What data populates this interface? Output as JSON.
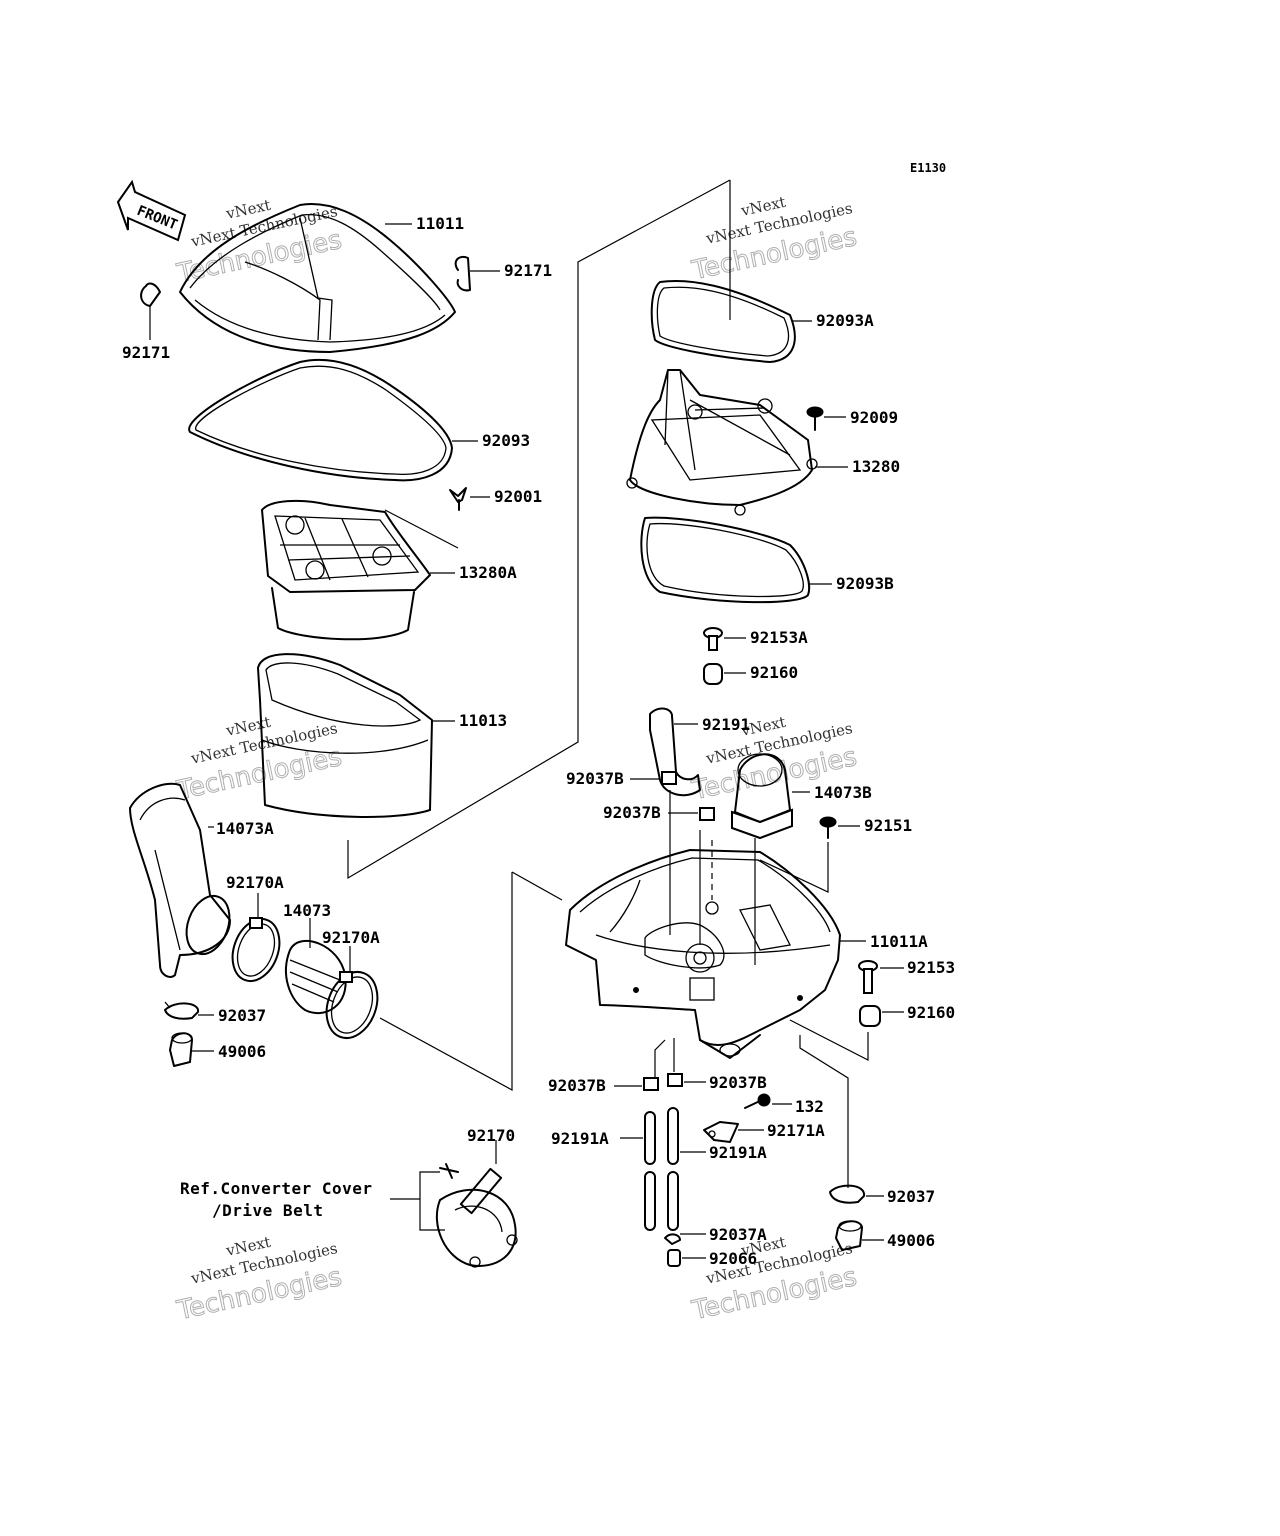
{
  "diagram_code": "E1130",
  "front_marker": "FRONT",
  "watermark": {
    "line1": "vNext",
    "line2": "vNext Technologies",
    "line3": "Technologies"
  },
  "reference_note": {
    "line1": "Ref.Converter Cover",
    "line2": "/Drive Belt"
  },
  "labels": {
    "p11011": "11011",
    "p92171_right": "92171",
    "p92171_left": "92171",
    "p92093": "92093",
    "p92001": "92001",
    "p13280A": "13280A",
    "p11013": "11013",
    "p14073A": "14073A",
    "p92170A_left": "92170A",
    "p14073": "14073",
    "p92170A_right": "92170A",
    "p92037_left": "92037",
    "p49006_left": "49006",
    "p92170": "92170",
    "p92093A": "92093A",
    "p92009": "92009",
    "p13280": "13280",
    "p92093B": "92093B",
    "p92153A": "92153A",
    "p92160_top": "92160",
    "p92191": "92191",
    "p92037B_1": "92037B",
    "p14073B": "14073B",
    "p92037B_2": "92037B",
    "p92151": "92151",
    "p11011A": "11011A",
    "p92153": "92153",
    "p92160_right": "92160",
    "p92037B_3": "92037B",
    "p92037B_4": "92037B",
    "p132": "132",
    "p92191A_left": "92191A",
    "p92171A": "92171A",
    "p92191A_right": "92191A",
    "p92037_right": "92037",
    "p92037A": "92037A",
    "p49006_right": "49006",
    "p92066": "92066"
  }
}
